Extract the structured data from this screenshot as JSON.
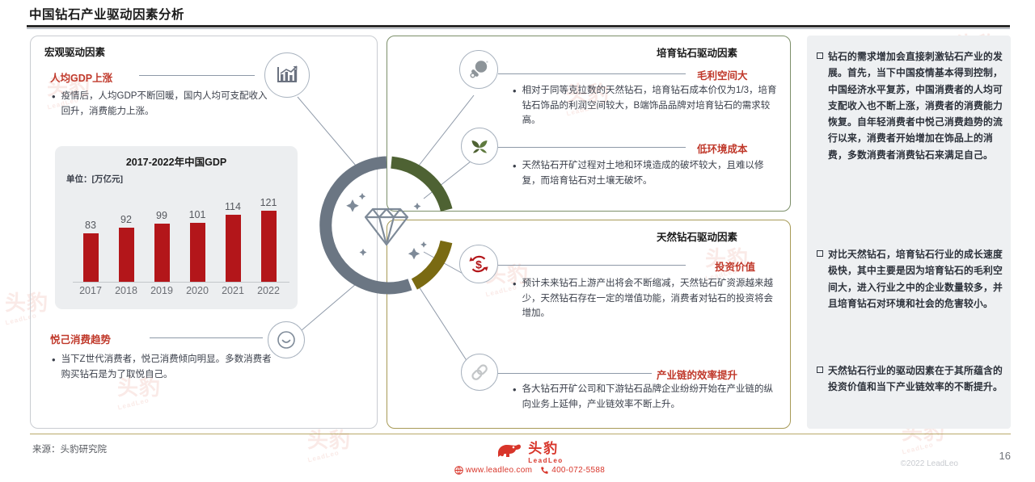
{
  "header": {
    "title": "中国钻石产业驱动因素分析"
  },
  "left_panel": {
    "heading": "宏观驱动因素",
    "blocks": [
      {
        "title": "人均GDP上涨",
        "icon": "chart-growth-icon",
        "body": "疫情后，人均GDP不断回暖，国内人均可支配收入回升，消费能力上涨。"
      },
      {
        "title": "悦己消费趋势",
        "icon": "smiley-face-icon",
        "body": "当下Z世代消费者，悦己消费倾向明显。多数消费者购买钻石是为了取悦自己。"
      }
    ]
  },
  "chart_data": {
    "type": "bar",
    "title": "2017-2022年中国GDP",
    "unit_label": "单位：[万亿元]",
    "categories": [
      "2017",
      "2018",
      "2019",
      "2020",
      "2021",
      "2022"
    ],
    "values": [
      83,
      92,
      99,
      101,
      114,
      121
    ],
    "xlabel": "",
    "ylabel": "万亿元",
    "ylim": [
      0,
      135
    ],
    "grid": false,
    "legend": "none",
    "bar_color": "#b3161a"
  },
  "mid_top": {
    "heading": "培育钻石驱动因素",
    "border_color": "#7c8f6a",
    "blocks": [
      {
        "title": "毛利空间大",
        "icon": "magnifier-coin-icon",
        "body": "相对于同等克拉数的天然钻石，培育钻石成本价仅为1/3，培育钻石饰品的利润空间较大，B端饰品品牌对培育钻石的需求较高。"
      },
      {
        "title": "低环境成本",
        "icon": "leaf-icon",
        "body": "天然钻石开矿过程对土地和环境造成的破坏较大，且难以修复，而培育钻石对土壤无破坏。"
      }
    ]
  },
  "mid_bottom": {
    "heading": "天然钻石驱动因素",
    "border_color": "#a79a57",
    "blocks": [
      {
        "title": "投资价值",
        "icon": "money-cycle-icon",
        "body": "预计未来钻石上游产出将会不断缩减，天然钻石矿资源越来越少，天然钻石存在一定的增值功能，消费者对钻石的投资将会增加。"
      },
      {
        "title": "产业链的效率提升",
        "icon": "chain-link-icon",
        "body": "各大钻石开矿公司和下游钻石品牌企业纷纷开始在产业链的纵向业务上延伸，产业链效率不断上升。"
      }
    ]
  },
  "right_panel": {
    "items": [
      "钻石的需求增加会直接刺激钻石产业的发展。首先，当下中国疫情基本得到控制，中国经济水平复苏，中国消费者的人均可支配收入也不断上涨，消费者的消费能力恢复。自年轻消费者中悦己消费趋势的流行以来，消费者开始增加在饰品上的消费，多数消费者消费钻石来满足自己。",
      "对比天然钻石，培育钻石行业的成长速度极快，其中主要是因为培育钻石的毛利空间大，进入行业之中的企业数量较多，并且培育钻石对环境和社会的危害较小。",
      "天然钻石行业的驱动因素在于其所蕴含的投资价值和当下产业链效率的不断提升。"
    ]
  },
  "center": {
    "icon": "diamond-icon",
    "ring_colors": [
      "#6b7683",
      "#4e6233",
      "#7a6a12"
    ]
  },
  "footer": {
    "source": "来源：头豹研究院",
    "brand_name": "头豹",
    "brand_sub": "LeadLeo",
    "website": "www.leadleo.com",
    "phone": "400-072-5588",
    "copyright": "©2022 LeadLeo",
    "page_number": "16"
  },
  "watermark": {
    "text": "头豹",
    "sub": "LeadLeo"
  }
}
